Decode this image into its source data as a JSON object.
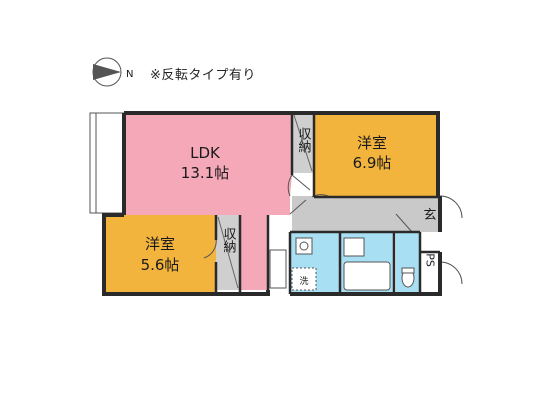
{
  "note": "※反転タイプ有り",
  "compass": {
    "label": "N",
    "icon": "north-arrow-icon"
  },
  "rooms": {
    "ldk": {
      "name": "LDK",
      "size": "13.1帖",
      "color": "#f4a8b8"
    },
    "western_a": {
      "name": "洋室",
      "size": "6.9帖",
      "color": "#f2b43c"
    },
    "western_b": {
      "name": "洋室",
      "size": "5.6帖",
      "color": "#f2b43c"
    }
  },
  "storage": {
    "closet_top": "収納",
    "closet_left": "収納"
  },
  "entrance": "玄",
  "ps": "PS",
  "washer": "洗",
  "colors": {
    "wet_area": "#a9dff2",
    "corridor": "#c9c9c9",
    "wall": "#2a2a2a",
    "closet": "#cfcfcf"
  }
}
